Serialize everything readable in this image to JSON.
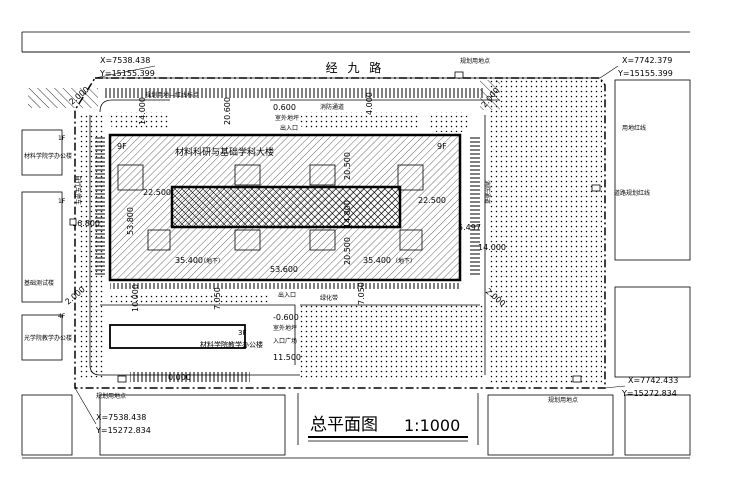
{
  "road": {
    "name": "经 九 路"
  },
  "coords": {
    "top_left": {
      "x": "X=7538.438",
      "y": "Y=15155.399"
    },
    "top_right": {
      "x": "X=7742.379",
      "y": "Y=15155.399"
    },
    "bottom_left": {
      "x": "X=7538.438",
      "y": "Y=15272.834"
    },
    "bottom_right": {
      "x": "X=7742.433",
      "y": "Y=15272.834"
    }
  },
  "building": {
    "name": "材料科研与基础学科大楼",
    "floors_left": "9F",
    "floors_right": "9F"
  },
  "south_building": {
    "name": "材料学院教学办公楼",
    "floors": "3F"
  },
  "neighbors": {
    "left_1": {
      "floors": "1F",
      "name": "材料学院学办公楼"
    },
    "left_2": {
      "floors": "1F",
      "name": "基础测试楼"
    },
    "left_3": {
      "floors": "4F",
      "name": "光学院教学办公楼"
    },
    "right_1": "用地红线",
    "right_2": "道路规划红线"
  },
  "dims": {
    "d1": "2.000",
    "d2": "14.000",
    "d3": "20.600",
    "d4": "0.600",
    "d5": "4.000",
    "d6": "2.000",
    "d7": "22.500",
    "d8": "20.500",
    "d9": "53.800",
    "d10": "16.800",
    "d11": "14.800",
    "d12": "22.500",
    "d13": "20.500",
    "d14": "35.400",
    "d15": "53.600",
    "d16": "35.400",
    "d17": "5.497",
    "d18": "14.000",
    "d19": "2.000",
    "d20": "10.000",
    "d21": "7.050",
    "d22": "7.050",
    "d23": "2.000",
    "d24": "-0.600",
    "d25": "11.500",
    "d26": "0.000"
  },
  "notes": {
    "outdoor_top": "室外地坪",
    "entrance_top": "出入口",
    "entrance_bottom": "出入口",
    "outdoor_bottom": "室外地坪",
    "plaza": "入口广场",
    "fire_top": "消防通道",
    "fire_right": "消防通道",
    "bike": "自行车停车",
    "green_label": "绿化带",
    "note_left_top": "规划用地—红线标点",
    "note_right_top": "规划用地点",
    "note_bottom_left": "规划用地点",
    "note_bottom_right": "规划用地点",
    "sub_left": "（地下）",
    "sub_right": "（地下）"
  },
  "title": {
    "text": "总平面图",
    "scale": "1:1000"
  }
}
